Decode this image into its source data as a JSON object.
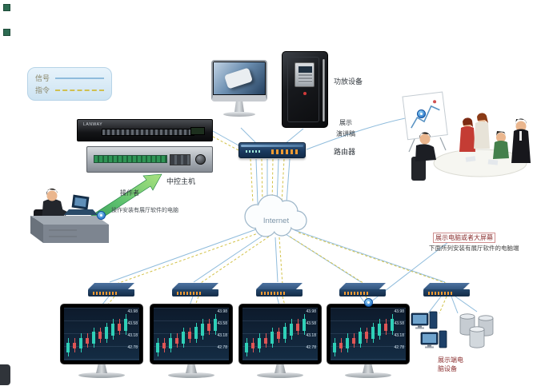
{
  "legend": {
    "signal_label": "信号",
    "command_label": "指令"
  },
  "devices": {
    "rack_brand": "LANWAY",
    "central_host_label": "中控主机",
    "amplifier_label": "功放设备",
    "router_label": "路由器",
    "display_label": "展示",
    "speech_label": "演讲稿",
    "internet_label": "Internet"
  },
  "operator": {
    "title": "操作者",
    "note": "操作安装有展厅软件的电脑"
  },
  "display_side": {
    "headline": "展示电脑或者大屏幕",
    "note": "下面所列安装有展厅软件的电脑端",
    "endpoint_label": "展示端电\n脑设备"
  },
  "colors": {
    "signal_line": "#8fbcdc",
    "command_line": "#d2c24a",
    "badge_blue": "#1565c0",
    "arrow_green": "#3aa655",
    "candle_up": "#2fd0b8",
    "candle_down": "#e05555",
    "router_blue": "#1b3a5f"
  },
  "monitor_chart": {
    "type": "candlestick",
    "ticks": [
      "43.98",
      "43.58",
      "43.18",
      "42.78"
    ],
    "candles": [
      {
        "o": 42.55,
        "c": 42.95,
        "up": true
      },
      {
        "o": 42.95,
        "c": 42.7,
        "up": false
      },
      {
        "o": 42.7,
        "c": 43.15,
        "up": true
      },
      {
        "o": 43.15,
        "c": 42.9,
        "up": false
      },
      {
        "o": 42.9,
        "c": 43.4,
        "up": true
      },
      {
        "o": 43.4,
        "c": 43.1,
        "up": false
      },
      {
        "o": 43.1,
        "c": 43.6,
        "up": true
      },
      {
        "o": 43.25,
        "c": 43.75,
        "up": true
      },
      {
        "o": 43.75,
        "c": 43.45,
        "up": false
      },
      {
        "o": 43.45,
        "c": 43.95,
        "up": true
      }
    ]
  }
}
